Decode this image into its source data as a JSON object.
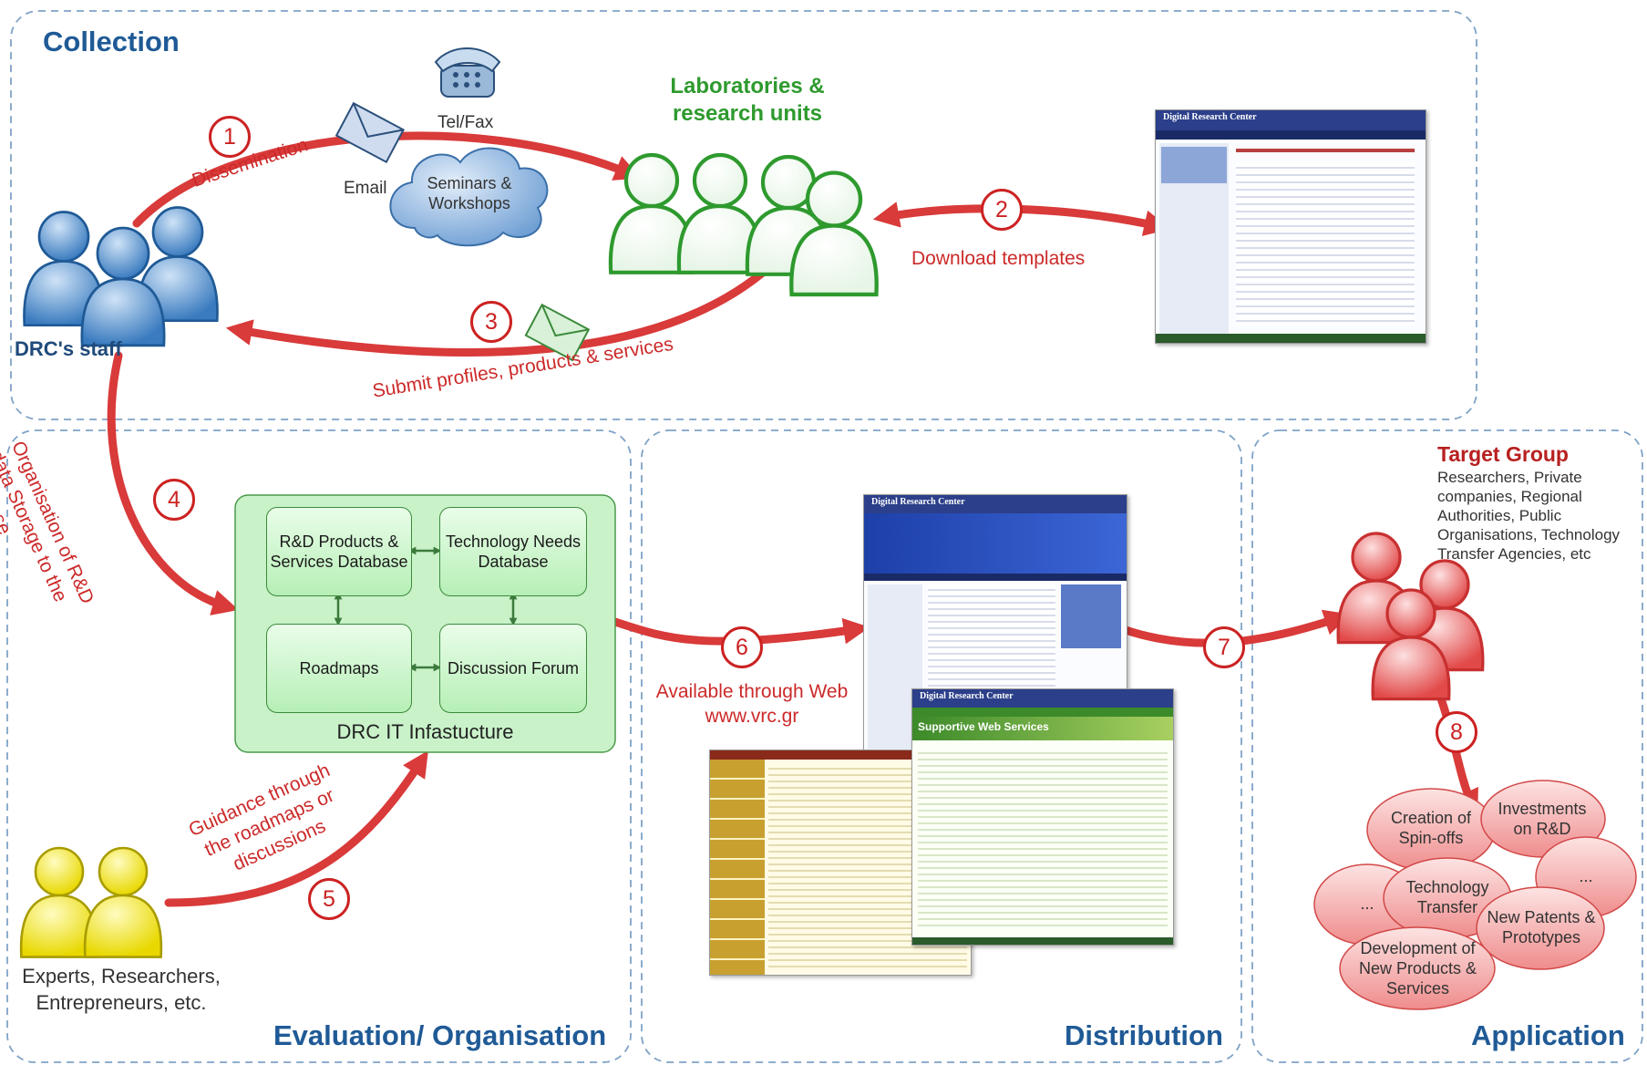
{
  "panels": {
    "collection": "Collection",
    "evaluation": "Evaluation/ Organisation",
    "distribution": "Distribution",
    "application": "Application"
  },
  "actors": {
    "drc_staff": "DRC's staff",
    "labs": "Laboratories & research units",
    "experts": "Experts, Researchers, Entrepreneurs, etc.",
    "target_title": "Target Group",
    "target_desc": "Researchers, Private companies, Regional Authorities, Public Organisations, Technology Transfer Agencies, etc"
  },
  "channels": {
    "telfax": "Tel/Fax",
    "email": "Email",
    "seminars": "Seminars & Workshops"
  },
  "steps": [
    {
      "num": "1",
      "label": "Dissemination"
    },
    {
      "num": "2",
      "label": "Download templates"
    },
    {
      "num": "3",
      "label": "Submit profiles, products & services"
    },
    {
      "num": "4",
      "label": "Organisation of R&D data Storage to the database"
    },
    {
      "num": "5",
      "label": "Guidance through the roadmaps or discussions"
    },
    {
      "num": "6",
      "label": "Available through Web www.vrc.gr"
    },
    {
      "num": "7",
      "label": ""
    },
    {
      "num": "8",
      "label": ""
    }
  ],
  "it_infra": {
    "title": "DRC IT Infastucture",
    "db1": "R&D Products & Services Database",
    "db2": "Technology Needs Database",
    "db3": "Roadmaps",
    "db4": "Discussion Forum"
  },
  "outcomes": {
    "spinoffs": "Creation of Spin-offs",
    "investments": "Investments on R&D",
    "transfer": "Technology Transfer",
    "dots1": "...",
    "dots2": "...",
    "patents": "New Patents & Prototypes",
    "products": "Development of New Products & Services"
  },
  "screens": {
    "site_title": "Digital Research Center",
    "web_services": "Supportive Web Services"
  },
  "colors": {
    "arrow": "#d93a3a",
    "panel_border": "#7fa3c7",
    "staff": "#3a7bbf",
    "labs": "#2e9a2e",
    "experts": "#e8d800",
    "target": "#e24a4a"
  }
}
